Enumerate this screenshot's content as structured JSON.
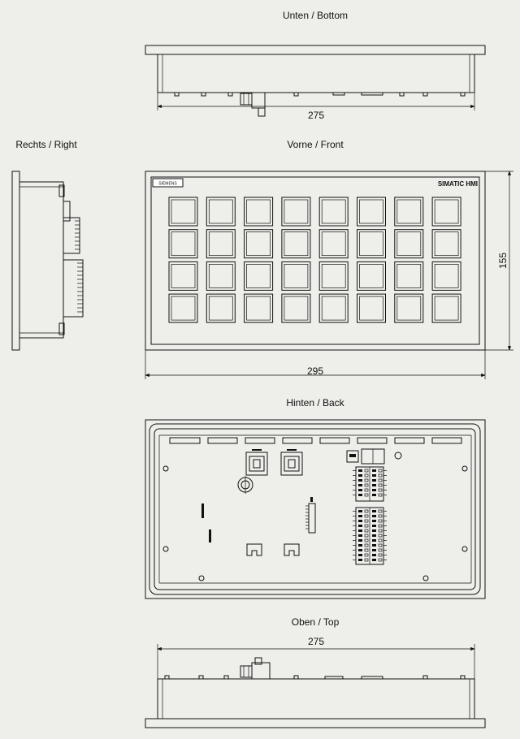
{
  "views": {
    "bottom": "Unten / Bottom",
    "right": "Rechts / Right",
    "front": "Vorne / Front",
    "back": "Hinten / Back",
    "top": "Oben / Top"
  },
  "dimensions": {
    "bottom_width": "275",
    "front_width": "295",
    "front_height": "155",
    "top_width": "275"
  },
  "front_panel": {
    "logo": "SIEMENS",
    "brand": "SIMATIC HMI",
    "key_rows": 4,
    "key_cols": 8
  },
  "colors": {
    "background": "#eeeeea",
    "line": "#111111"
  }
}
